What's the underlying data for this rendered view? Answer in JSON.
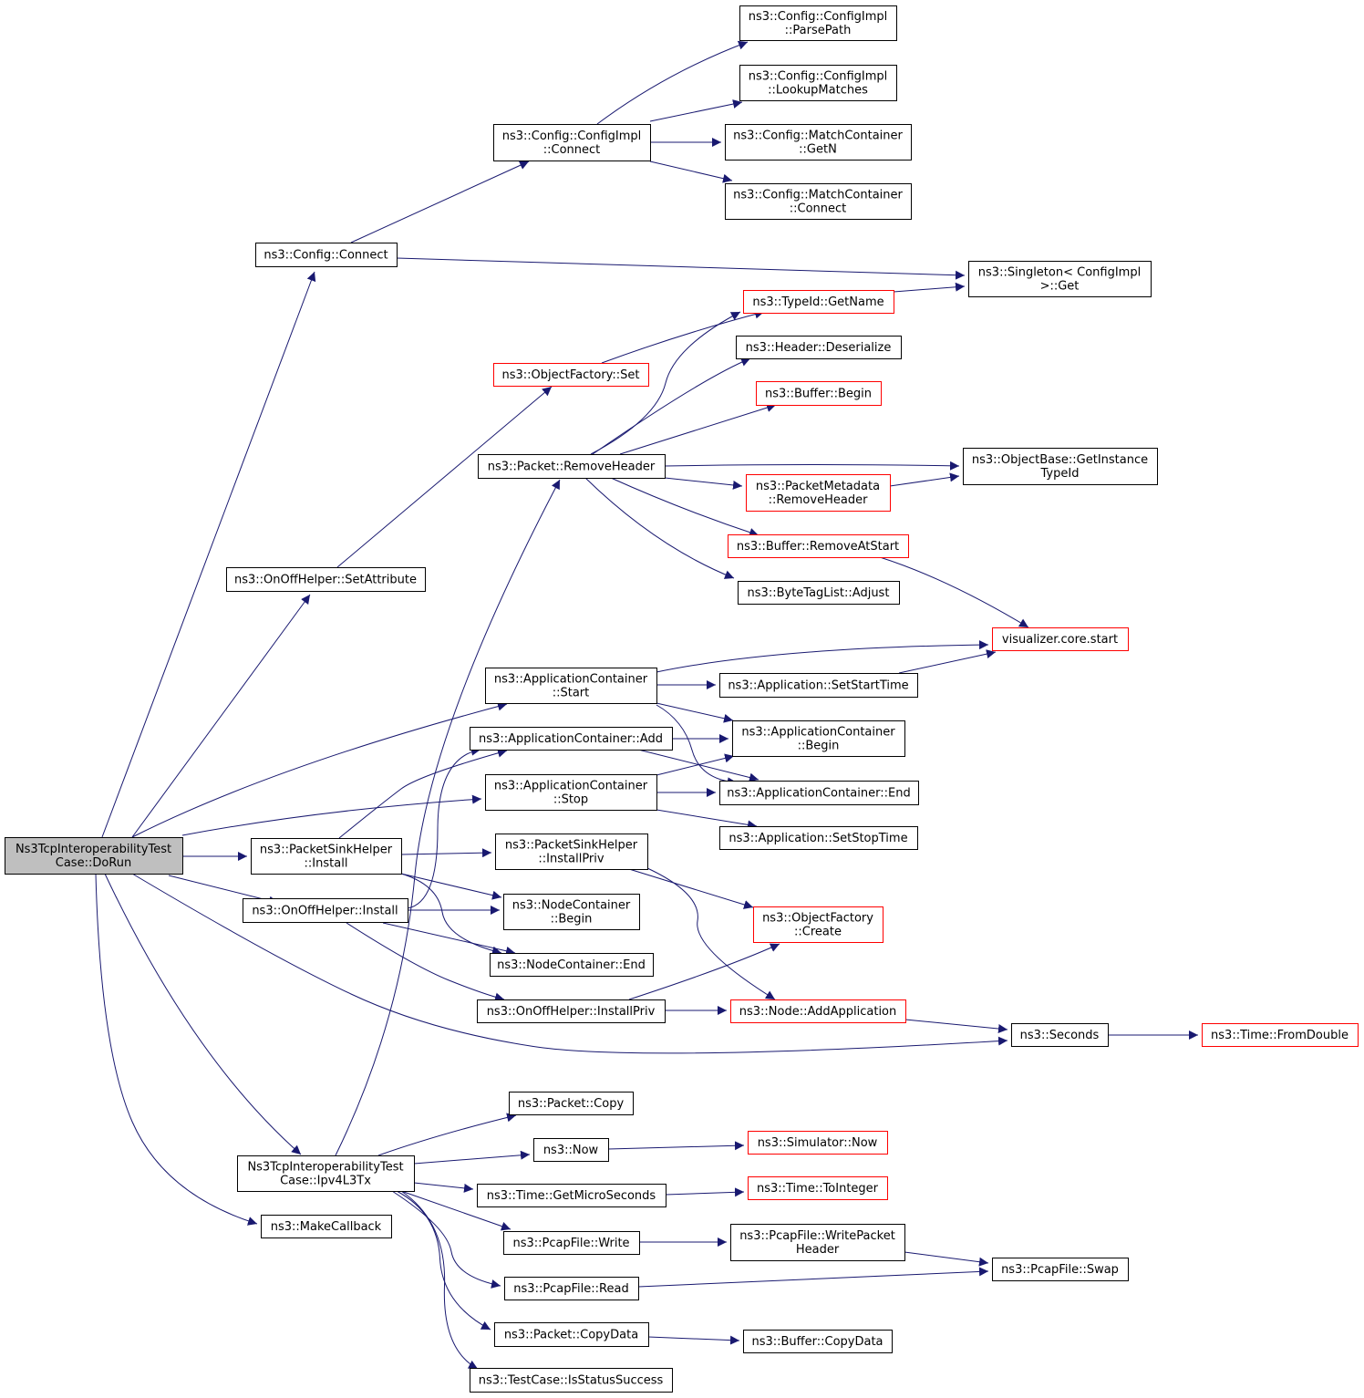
{
  "colors": {
    "edge": "#191970",
    "node_border": "#000000",
    "node_border_incomplete": "#ff0000",
    "root_fill": "#bfbfbf",
    "node_fill": "#ffffff"
  },
  "nodes": [
    {
      "id": "root",
      "lines": [
        "Ns3TcpInteroperabilityTest",
        "Case::DoRun"
      ],
      "kind": "root"
    },
    {
      "id": "config_connect",
      "lines": [
        "ns3::Config::Connect"
      ],
      "kind": "normal"
    },
    {
      "id": "configimpl_connect",
      "lines": [
        "ns3::Config::ConfigImpl",
        "::Connect"
      ],
      "kind": "normal"
    },
    {
      "id": "parsepath",
      "lines": [
        "ns3::Config::ConfigImpl",
        "::ParsePath"
      ],
      "kind": "normal"
    },
    {
      "id": "lookupmatches",
      "lines": [
        "ns3::Config::ConfigImpl",
        "::LookupMatches"
      ],
      "kind": "normal"
    },
    {
      "id": "mc_getn",
      "lines": [
        "ns3::Config::MatchContainer",
        "::GetN"
      ],
      "kind": "normal"
    },
    {
      "id": "mc_connect",
      "lines": [
        "ns3::Config::MatchContainer",
        "::Connect"
      ],
      "kind": "normal"
    },
    {
      "id": "singleton_get",
      "lines": [
        "ns3::Singleton< ConfigImpl",
        ">::Get"
      ],
      "kind": "normal"
    },
    {
      "id": "typeid_getname",
      "lines": [
        "ns3::TypeId::GetName"
      ],
      "kind": "incomplete"
    },
    {
      "id": "header_deserialize",
      "lines": [
        "ns3::Header::Deserialize"
      ],
      "kind": "normal"
    },
    {
      "id": "buffer_begin",
      "lines": [
        "ns3::Buffer::Begin"
      ],
      "kind": "incomplete"
    },
    {
      "id": "objectfactory_set",
      "lines": [
        "ns3::ObjectFactory::Set"
      ],
      "kind": "incomplete"
    },
    {
      "id": "packet_removeheader",
      "lines": [
        "ns3::Packet::RemoveHeader"
      ],
      "kind": "normal"
    },
    {
      "id": "objectbase_gitd",
      "lines": [
        "ns3::ObjectBase::GetInstance",
        "TypeId"
      ],
      "kind": "normal"
    },
    {
      "id": "pm_removeheader",
      "lines": [
        "ns3::PacketMetadata",
        "::RemoveHeader"
      ],
      "kind": "incomplete"
    },
    {
      "id": "buffer_removeatstart",
      "lines": [
        "ns3::Buffer::RemoveAtStart"
      ],
      "kind": "incomplete"
    },
    {
      "id": "bytetaglist_adjust",
      "lines": [
        "ns3::ByteTagList::Adjust"
      ],
      "kind": "normal"
    },
    {
      "id": "onoff_setattribute",
      "lines": [
        "ns3::OnOffHelper::SetAttribute"
      ],
      "kind": "normal"
    },
    {
      "id": "visualizer_start",
      "lines": [
        "visualizer.core.start"
      ],
      "kind": "incomplete"
    },
    {
      "id": "appcont_start",
      "lines": [
        "ns3::ApplicationContainer",
        "::Start"
      ],
      "kind": "normal"
    },
    {
      "id": "app_setstarttime",
      "lines": [
        "ns3::Application::SetStartTime"
      ],
      "kind": "normal"
    },
    {
      "id": "appcont_add",
      "lines": [
        "ns3::ApplicationContainer::Add"
      ],
      "kind": "normal"
    },
    {
      "id": "appcont_begin",
      "lines": [
        "ns3::ApplicationContainer",
        "::Begin"
      ],
      "kind": "normal"
    },
    {
      "id": "appcont_stop",
      "lines": [
        "ns3::ApplicationContainer",
        "::Stop"
      ],
      "kind": "normal"
    },
    {
      "id": "appcont_end",
      "lines": [
        "ns3::ApplicationContainer::End"
      ],
      "kind": "normal"
    },
    {
      "id": "app_setstoptime",
      "lines": [
        "ns3::Application::SetStopTime"
      ],
      "kind": "normal"
    },
    {
      "id": "psh_install",
      "lines": [
        "ns3::PacketSinkHelper",
        "::Install"
      ],
      "kind": "normal"
    },
    {
      "id": "psh_installpriv",
      "lines": [
        "ns3::PacketSinkHelper",
        "::InstallPriv"
      ],
      "kind": "normal"
    },
    {
      "id": "onoff_install",
      "lines": [
        "ns3::OnOffHelper::Install"
      ],
      "kind": "normal"
    },
    {
      "id": "nodecont_begin",
      "lines": [
        "ns3::NodeContainer",
        "::Begin"
      ],
      "kind": "normal"
    },
    {
      "id": "objectfactory_create",
      "lines": [
        "ns3::ObjectFactory",
        "::Create"
      ],
      "kind": "incomplete"
    },
    {
      "id": "nodecont_end",
      "lines": [
        "ns3::NodeContainer::End"
      ],
      "kind": "normal"
    },
    {
      "id": "onoff_installpriv",
      "lines": [
        "ns3::OnOffHelper::InstallPriv"
      ],
      "kind": "normal"
    },
    {
      "id": "node_addapplication",
      "lines": [
        "ns3::Node::AddApplication"
      ],
      "kind": "incomplete"
    },
    {
      "id": "seconds",
      "lines": [
        "ns3::Seconds"
      ],
      "kind": "normal"
    },
    {
      "id": "time_fromdouble",
      "lines": [
        "ns3::Time::FromDouble"
      ],
      "kind": "incomplete"
    },
    {
      "id": "packet_copy",
      "lines": [
        "ns3::Packet::Copy"
      ],
      "kind": "normal"
    },
    {
      "id": "now",
      "lines": [
        "ns3::Now"
      ],
      "kind": "normal"
    },
    {
      "id": "simulator_now",
      "lines": [
        "ns3::Simulator::Now"
      ],
      "kind": "incomplete"
    },
    {
      "id": "ipv4l3tx",
      "lines": [
        "Ns3TcpInteroperabilityTest",
        "Case::Ipv4L3Tx"
      ],
      "kind": "normal"
    },
    {
      "id": "time_getmicroseconds",
      "lines": [
        "ns3::Time::GetMicroSeconds"
      ],
      "kind": "normal"
    },
    {
      "id": "time_tointeger",
      "lines": [
        "ns3::Time::ToInteger"
      ],
      "kind": "incomplete"
    },
    {
      "id": "makecallback",
      "lines": [
        "ns3::MakeCallback"
      ],
      "kind": "normal"
    },
    {
      "id": "pcap_write",
      "lines": [
        "ns3::PcapFile::Write"
      ],
      "kind": "normal"
    },
    {
      "id": "pcap_writepacketheader",
      "lines": [
        "ns3::PcapFile::WritePacket",
        "Header"
      ],
      "kind": "normal"
    },
    {
      "id": "pcap_swap",
      "lines": [
        "ns3::PcapFile::Swap"
      ],
      "kind": "normal"
    },
    {
      "id": "pcap_read",
      "lines": [
        "ns3::PcapFile::Read"
      ],
      "kind": "normal"
    },
    {
      "id": "packet_copydata",
      "lines": [
        "ns3::Packet::CopyData"
      ],
      "kind": "normal"
    },
    {
      "id": "buffer_copydata",
      "lines": [
        "ns3::Buffer::CopyData"
      ],
      "kind": "normal"
    },
    {
      "id": "testcase_isstatussuccess",
      "lines": [
        "ns3::TestCase::IsStatusSuccess"
      ],
      "kind": "normal"
    }
  ],
  "edges": [
    [
      "root",
      "config_connect"
    ],
    [
      "root",
      "onoff_setattribute"
    ],
    [
      "root",
      "appcont_start"
    ],
    [
      "root",
      "appcont_stop"
    ],
    [
      "root",
      "psh_install"
    ],
    [
      "root",
      "onoff_install"
    ],
    [
      "root",
      "seconds"
    ],
    [
      "root",
      "ipv4l3tx"
    ],
    [
      "root",
      "makecallback"
    ],
    [
      "config_connect",
      "configimpl_connect"
    ],
    [
      "config_connect",
      "singleton_get"
    ],
    [
      "configimpl_connect",
      "parsepath"
    ],
    [
      "configimpl_connect",
      "lookupmatches"
    ],
    [
      "configimpl_connect",
      "mc_getn"
    ],
    [
      "configimpl_connect",
      "mc_connect"
    ],
    [
      "onoff_setattribute",
      "objectfactory_set"
    ],
    [
      "objectfactory_set",
      "typeid_getname"
    ],
    [
      "typeid_getname",
      "singleton_get"
    ],
    [
      "packet_removeheader",
      "typeid_getname"
    ],
    [
      "packet_removeheader",
      "header_deserialize"
    ],
    [
      "packet_removeheader",
      "buffer_begin"
    ],
    [
      "packet_removeheader",
      "objectbase_gitd"
    ],
    [
      "packet_removeheader",
      "pm_removeheader"
    ],
    [
      "packet_removeheader",
      "buffer_removeatstart"
    ],
    [
      "packet_removeheader",
      "bytetaglist_adjust"
    ],
    [
      "pm_removeheader",
      "objectbase_gitd"
    ],
    [
      "buffer_removeatstart",
      "visualizer_start"
    ],
    [
      "appcont_start",
      "visualizer_start"
    ],
    [
      "appcont_start",
      "app_setstarttime"
    ],
    [
      "appcont_start",
      "appcont_begin"
    ],
    [
      "appcont_start",
      "appcont_end"
    ],
    [
      "app_setstarttime",
      "visualizer_start"
    ],
    [
      "appcont_add",
      "appcont_begin"
    ],
    [
      "appcont_add",
      "appcont_end"
    ],
    [
      "appcont_stop",
      "appcont_begin"
    ],
    [
      "appcont_stop",
      "appcont_end"
    ],
    [
      "appcont_stop",
      "app_setstoptime"
    ],
    [
      "psh_install",
      "appcont_add"
    ],
    [
      "psh_install",
      "psh_installpriv"
    ],
    [
      "psh_install",
      "nodecont_begin"
    ],
    [
      "psh_install",
      "nodecont_end"
    ],
    [
      "onoff_install",
      "appcont_add"
    ],
    [
      "onoff_install",
      "nodecont_begin"
    ],
    [
      "onoff_install",
      "nodecont_end"
    ],
    [
      "onoff_install",
      "onoff_installpriv"
    ],
    [
      "psh_installpriv",
      "objectfactory_create"
    ],
    [
      "psh_installpriv",
      "node_addapplication"
    ],
    [
      "onoff_installpriv",
      "objectfactory_create"
    ],
    [
      "onoff_installpriv",
      "node_addapplication"
    ],
    [
      "node_addapplication",
      "seconds"
    ],
    [
      "seconds",
      "time_fromdouble"
    ],
    [
      "ipv4l3tx",
      "packet_removeheader"
    ],
    [
      "ipv4l3tx",
      "packet_copy"
    ],
    [
      "ipv4l3tx",
      "now"
    ],
    [
      "ipv4l3tx",
      "time_getmicroseconds"
    ],
    [
      "ipv4l3tx",
      "pcap_write"
    ],
    [
      "ipv4l3tx",
      "pcap_read"
    ],
    [
      "ipv4l3tx",
      "packet_copydata"
    ],
    [
      "ipv4l3tx",
      "testcase_isstatussuccess"
    ],
    [
      "now",
      "simulator_now"
    ],
    [
      "time_getmicroseconds",
      "time_tointeger"
    ],
    [
      "pcap_write",
      "pcap_writepacketheader"
    ],
    [
      "pcap_writepacketheader",
      "pcap_swap"
    ],
    [
      "pcap_read",
      "pcap_swap"
    ],
    [
      "packet_copydata",
      "buffer_copydata"
    ]
  ]
}
